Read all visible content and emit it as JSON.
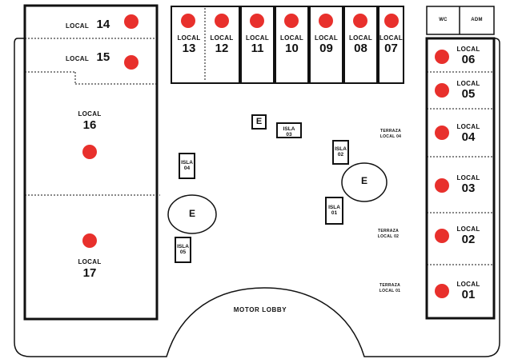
{
  "colors": {
    "unit_dot": "#e8302c",
    "wall": "#111111"
  },
  "locales": {
    "l14": {
      "word": "LOCAL",
      "num": "14"
    },
    "l15": {
      "word": "LOCAL",
      "num": "15"
    },
    "l16": {
      "word": "LOCAL",
      "num": "16"
    },
    "l17": {
      "word": "LOCAL",
      "num": "17"
    },
    "l13": {
      "word": "LOCAL",
      "num": "13"
    },
    "l12": {
      "word": "LOCAL",
      "num": "12"
    },
    "l11": {
      "word": "LOCAL",
      "num": "11"
    },
    "l10": {
      "word": "LOCAL",
      "num": "10"
    },
    "l09": {
      "word": "LOCAL",
      "num": "09"
    },
    "l08": {
      "word": "LOCAL",
      "num": "08"
    },
    "l07": {
      "word": "LOCAL",
      "num": "07"
    },
    "l06": {
      "word": "LOCAL",
      "num": "06"
    },
    "l05": {
      "word": "LOCAL",
      "num": "05"
    },
    "l04": {
      "word": "LOCAL",
      "num": "04"
    },
    "l03": {
      "word": "LOCAL",
      "num": "03"
    },
    "l02": {
      "word": "LOCAL",
      "num": "02"
    },
    "l01": {
      "word": "LOCAL",
      "num": "01"
    }
  },
  "service": {
    "wc": "WC",
    "adm": "ADM"
  },
  "islas": {
    "i01": {
      "word": "ISLA",
      "num": "01"
    },
    "i02": {
      "word": "ISLA",
      "num": "02"
    },
    "i03": {
      "word": "ISLA",
      "num": "03"
    },
    "i04": {
      "word": "ISLA",
      "num": "04"
    },
    "i05": {
      "word": "ISLA",
      "num": "05"
    }
  },
  "elevators": {
    "e_box": "E",
    "e_right": "E",
    "e_left": "E"
  },
  "terrazas": {
    "t04": {
      "line1": "TERRAZA",
      "line2": "LOCAL 04"
    },
    "t02": {
      "line1": "TERRAZA",
      "line2": "LOCAL 02"
    },
    "t01": {
      "line1": "TERRAZA",
      "line2": "LOCAL 01"
    }
  },
  "motor_lobby": "MOTOR LOBBY"
}
